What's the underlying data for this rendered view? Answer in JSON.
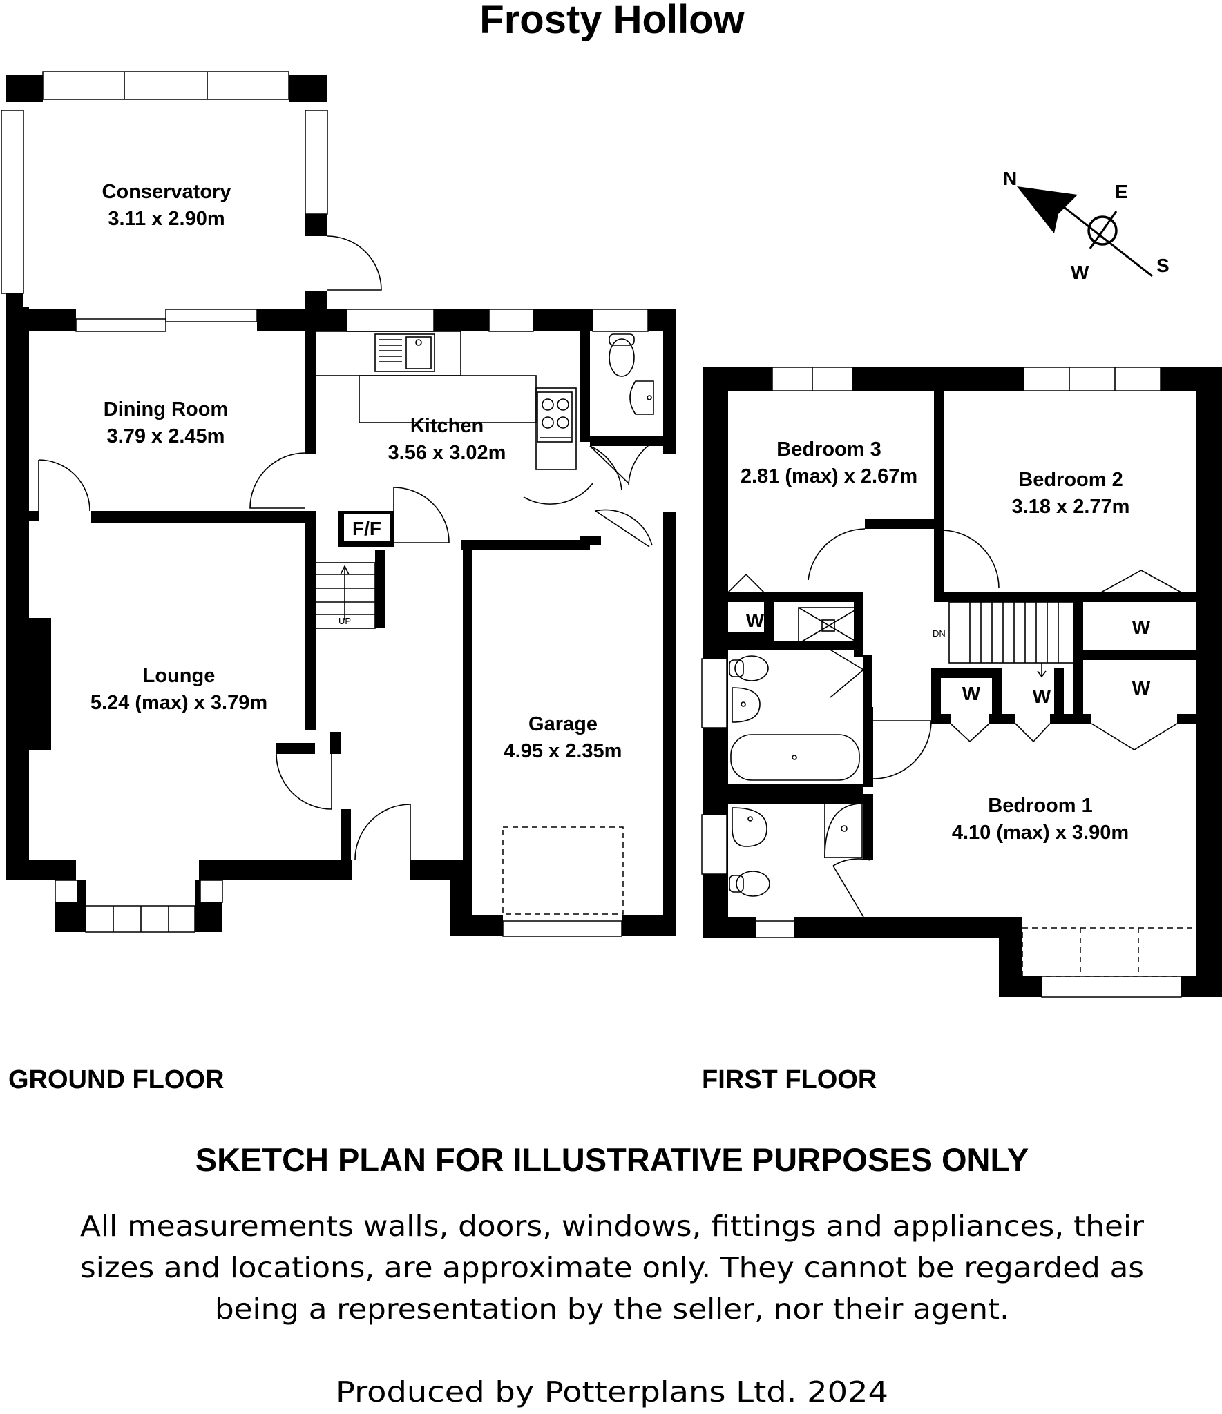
{
  "title": "Frosty Hollow",
  "ground_floor": {
    "label": "GROUND FLOOR",
    "rooms": [
      {
        "name": "Conservatory",
        "size": "3.11 x 2.90m"
      },
      {
        "name": "Dining Room",
        "size": "3.79 x 2.45m"
      },
      {
        "name": "Kitchen",
        "size": "3.56 x 3.02m"
      },
      {
        "name": "Lounge",
        "size": "5.24 (max) x 3.79m"
      },
      {
        "name": "Garage",
        "size": "4.95 x 2.35m"
      }
    ],
    "ff_label": "F/F",
    "stairs_label": "UP"
  },
  "first_floor": {
    "label": "FIRST FLOOR",
    "rooms": [
      {
        "name": "Bedroom 3",
        "size": "2.81 (max) x 2.67m"
      },
      {
        "name": "Bedroom 2",
        "size": "3.18 x 2.77m"
      },
      {
        "name": "Bedroom 1",
        "size": "4.10 (max) x 3.90m"
      }
    ],
    "wardrobe_label": "W",
    "stairs_label": "DN"
  },
  "compass": {
    "n": "N",
    "e": "E",
    "s": "S",
    "w": "W"
  },
  "disclaimer": {
    "heading": "SKETCH PLAN FOR ILLUSTRATIVE PURPOSES ONLY",
    "lines": [
      "All measurements walls, doors, windows, fittings and appliances, their",
      "sizes and locations, are approximate only. They cannot be regarded as",
      "being a representation by the seller, nor their agent."
    ],
    "credit": "Produced by Potterplans Ltd. 2024"
  }
}
